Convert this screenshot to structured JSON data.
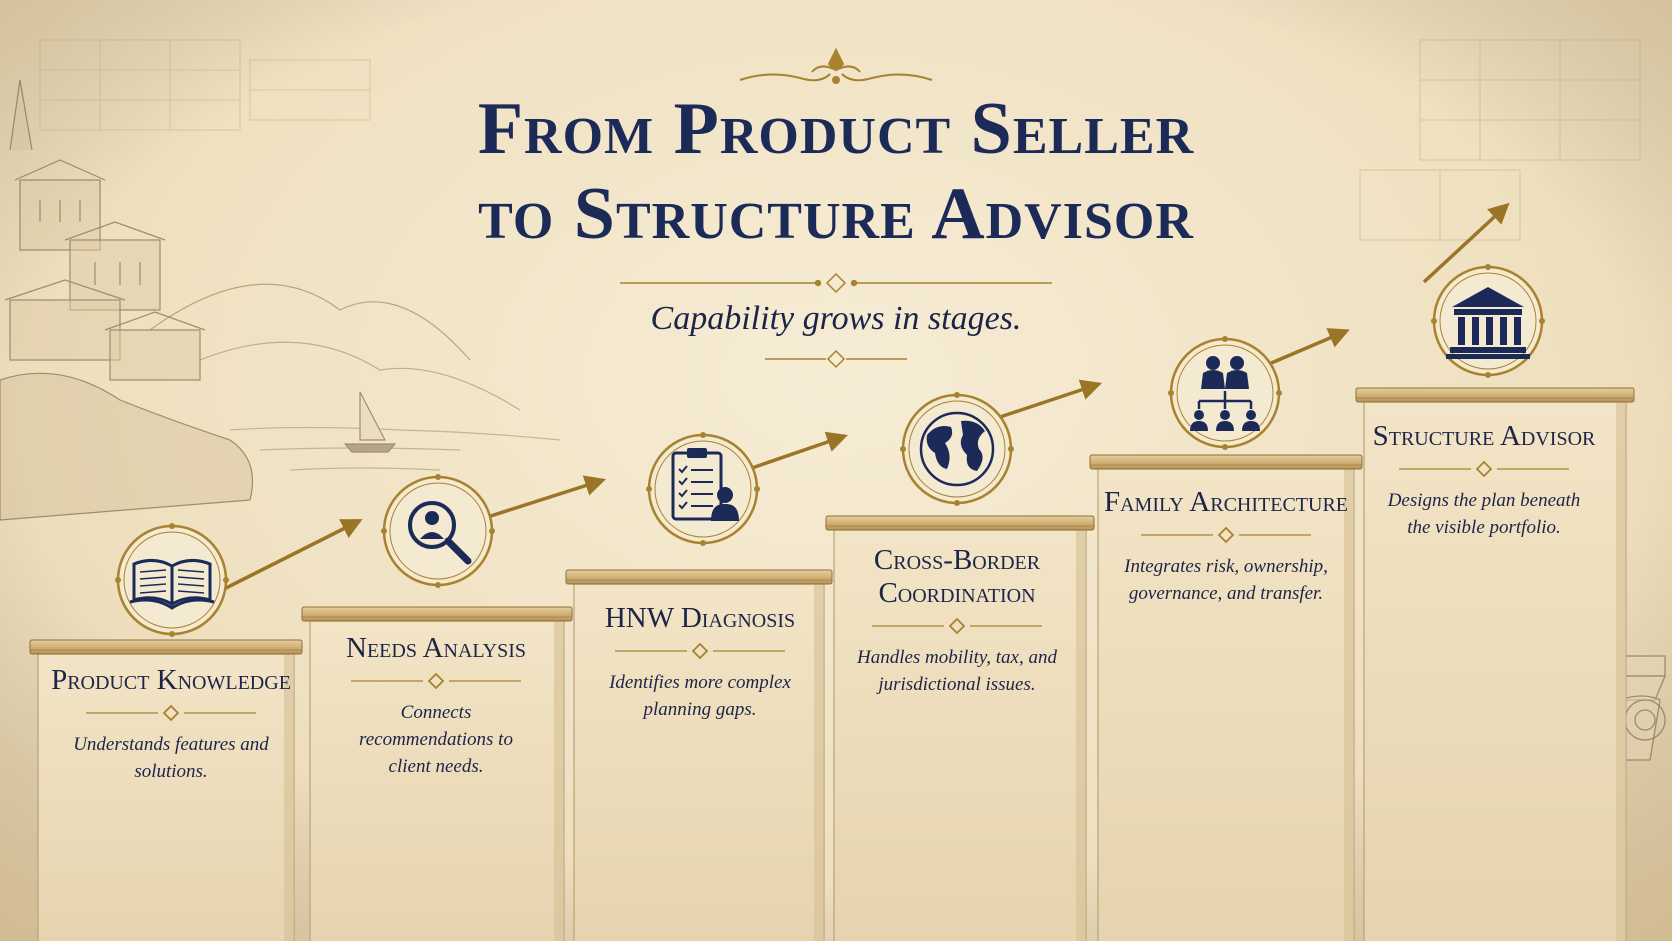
{
  "title": {
    "line1": "From Product Seller",
    "line2": "to Structure Advisor"
  },
  "subtitle": "Capability grows in stages.",
  "colors": {
    "navy": "#1c2a58",
    "gold": "#a8822e",
    "parchment": "#f3e7cc",
    "stone": "#e4d1aa"
  },
  "stages": [
    {
      "icon": "open-book-icon",
      "title": "Product Knowledge",
      "desc": "Understands features and solutions."
    },
    {
      "icon": "magnifier-person-icon",
      "title": "Needs Analysis",
      "desc": "Connects recommendations to client needs."
    },
    {
      "icon": "clipboard-person-icon",
      "title": "HNW Diagnosis",
      "desc": "Identifies more complex planning gaps."
    },
    {
      "icon": "globe-icon",
      "title": "Cross-Border Coordination",
      "desc": "Handles mobility, tax, and jurisdictional issues."
    },
    {
      "icon": "family-tree-icon",
      "title": "Family Architecture",
      "desc": "Integrates risk, ownership, governance, and transfer."
    },
    {
      "icon": "classical-building-icon",
      "title": "Structure Advisor",
      "desc": "Designs the plan beneath the visible portfolio."
    }
  ]
}
